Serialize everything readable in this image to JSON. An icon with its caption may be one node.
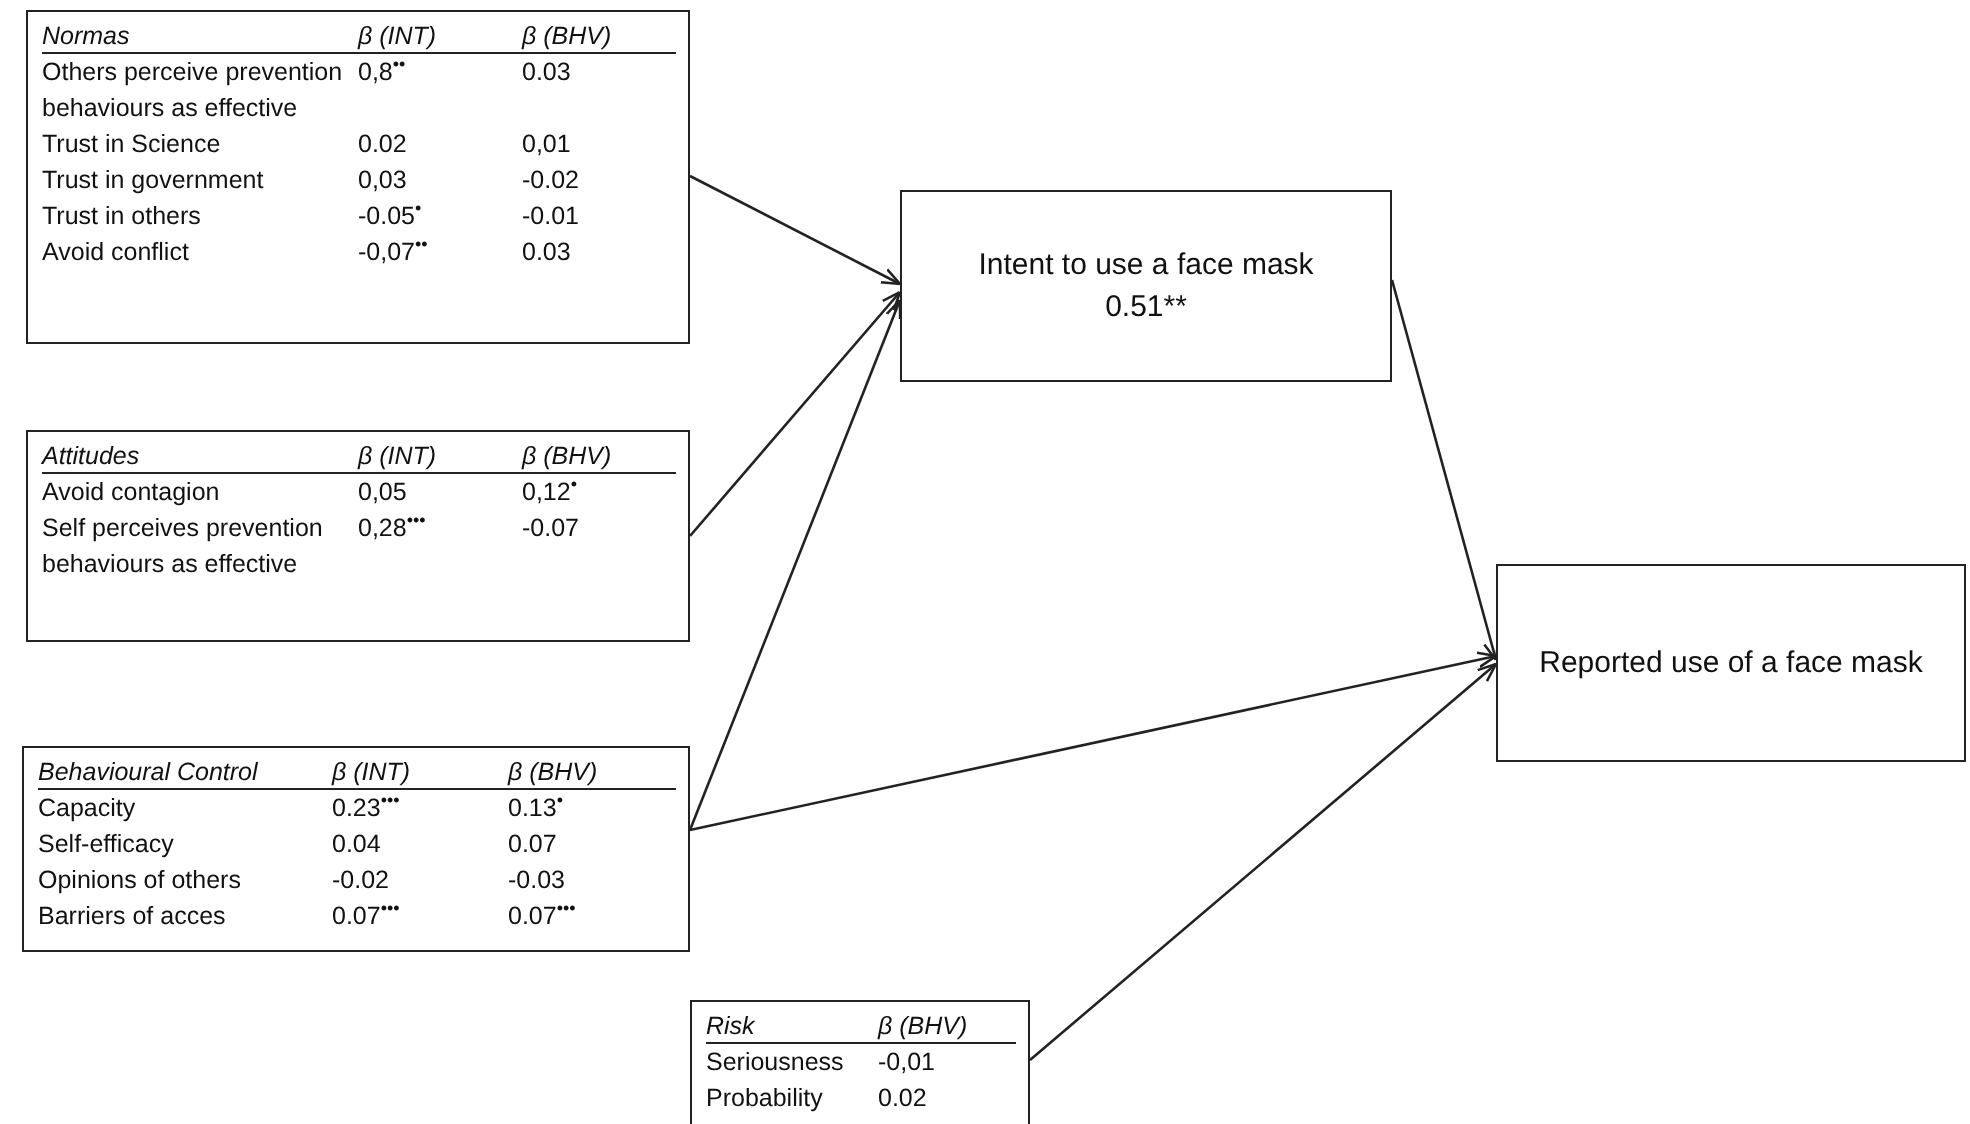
{
  "diagram": {
    "nodes": [
      {
        "text": [
          "Normas",
          "β (INT)",
          "β (BHV)",
          "Others perceive prevention behaviours as effective",
          "0,8$^{••}$",
          "0.03",
          "Trust in Science",
          "0.02",
          "0,01",
          "Trust in government",
          "0,03",
          "-0.02",
          "Trust in others",
          "-0.05$^{•}$",
          "-0.01",
          "Avoid conflict",
          "-0,07$^{••}$",
          "0.03"
        ]
      },
      {
        "text": [
          "Attitudes",
          "β (INT)",
          "β (BHV)",
          "Avoid contagion",
          "0,05",
          "0,12$^{•}$",
          "Self perceives prevention behaviours as effective",
          "0,28$^{•••}$",
          "-0.07"
        ]
      },
      {
        "text": [
          "Behavioural Control",
          "β (INT)",
          "β (BHV)",
          "Capacity",
          "0.23$^{•••}$",
          "0.13$^{•}$",
          "Self-efficacy",
          "0.04",
          "0.07",
          "Opinions of others",
          "-0.02",
          "-0.03",
          "Barriers of acces",
          "0.07$^{•••}$",
          "0.07$^{•••}$"
        ]
      },
      {
        "text": [
          "Risk",
          "β (BHV)",
          "Seriousness",
          "-0,01",
          "Probability",
          "0.02"
        ]
      },
      {
        "text": [
          "Intent to use a face mask",
          "0.51**"
        ]
      },
      {
        "text": [
          "Reported use of a face mask"
        ]
      }
    ],
    "edges": [
      {
        "from": 0,
        "to": 4,
        "arrow": "to"
      },
      {
        "from": 1,
        "to": 4,
        "arrow": "to"
      },
      {
        "from": 2,
        "to": 4,
        "arrow": "to"
      },
      {
        "from": 2,
        "to": 5,
        "arrow": "to"
      },
      {
        "from": 4,
        "to": 5,
        "arrow": "to"
      },
      {
        "from": 3,
        "to": 5,
        "arrow": "to"
      }
    ]
  }
}
